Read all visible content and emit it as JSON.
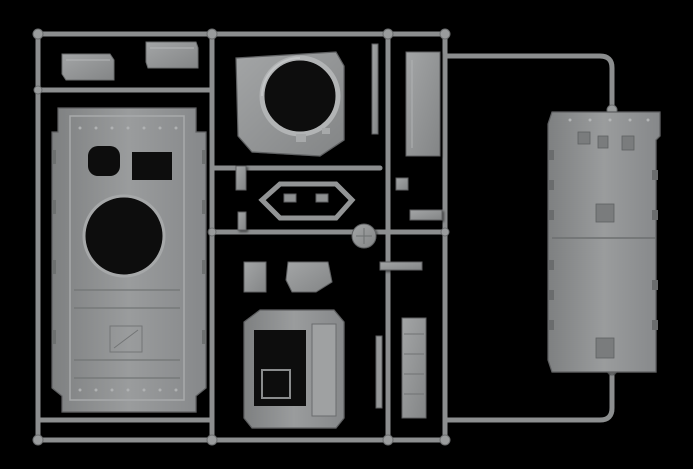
{
  "scene": {
    "subject": "",
    "background_color": "#000000",
    "plastic_color": "#8f9192",
    "plastic_highlight": "#a9abac",
    "plastic_shadow": "#5e6061",
    "hole_color": "#0a0a0a"
  },
  "parts": [
    {
      "name": "sprue-frame"
    },
    {
      "name": "hull-floor-part"
    },
    {
      "name": "turret-ring-part"
    },
    {
      "name": "long-side-panel-part"
    },
    {
      "name": "superstructure-part"
    },
    {
      "name": "hatch-frame-part"
    },
    {
      "name": "small-plate-parts"
    },
    {
      "name": "bracket-parts"
    },
    {
      "name": "tool-parts"
    }
  ]
}
